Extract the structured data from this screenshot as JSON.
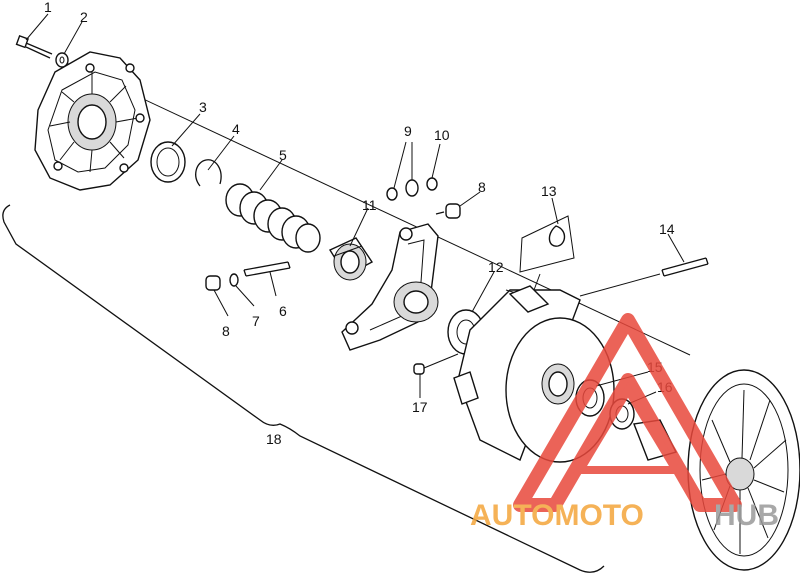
{
  "callouts": [
    {
      "id": "1",
      "label": "1"
    },
    {
      "id": "2",
      "label": "2"
    },
    {
      "id": "3",
      "label": "3"
    },
    {
      "id": "4",
      "label": "4"
    },
    {
      "id": "5",
      "label": "5"
    },
    {
      "id": "6",
      "label": "6"
    },
    {
      "id": "7",
      "label": "7"
    },
    {
      "id": "8a",
      "label": "8"
    },
    {
      "id": "8b",
      "label": "8"
    },
    {
      "id": "9",
      "label": "9"
    },
    {
      "id": "10",
      "label": "10"
    },
    {
      "id": "11",
      "label": "11"
    },
    {
      "id": "12",
      "label": "12"
    },
    {
      "id": "13",
      "label": "13"
    },
    {
      "id": "14",
      "label": "14"
    },
    {
      "id": "15",
      "label": "15"
    },
    {
      "id": "16",
      "label": "16"
    },
    {
      "id": "17",
      "label": "17"
    },
    {
      "id": "18",
      "label": "18"
    }
  ],
  "watermark": {
    "word_orange": "AUTOMOTO",
    "word_gray": "HUB",
    "color_red": "#e8483c",
    "color_orange": "#f4a53a",
    "color_gray": "#9a9a9a"
  }
}
